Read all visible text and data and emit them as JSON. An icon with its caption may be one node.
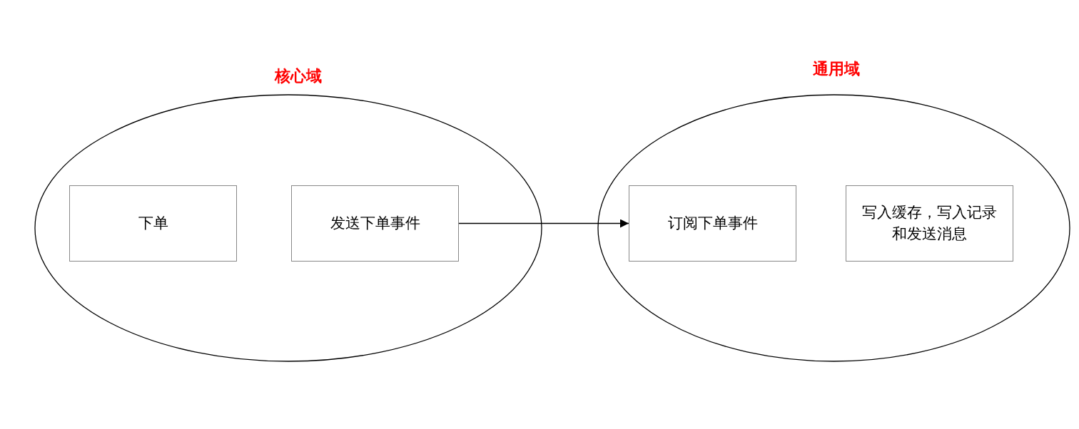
{
  "diagram": {
    "nodes": [
      {
        "text": [
          "核心域"
        ]
      },
      {
        "text": [
          "下单"
        ],
        "in": 0
      },
      {
        "text": [
          "发送下单事件"
        ],
        "in": 0
      },
      {
        "text": [
          "通用域"
        ]
      },
      {
        "text": [
          "订阅下单事件"
        ],
        "in": 3
      },
      {
        "text": [
          "写入缓存，写入记录和发送消息"
        ],
        "in": 3
      }
    ],
    "edges": [
      {
        "from": 2,
        "to": 4,
        "arrow": "to"
      }
    ]
  }
}
